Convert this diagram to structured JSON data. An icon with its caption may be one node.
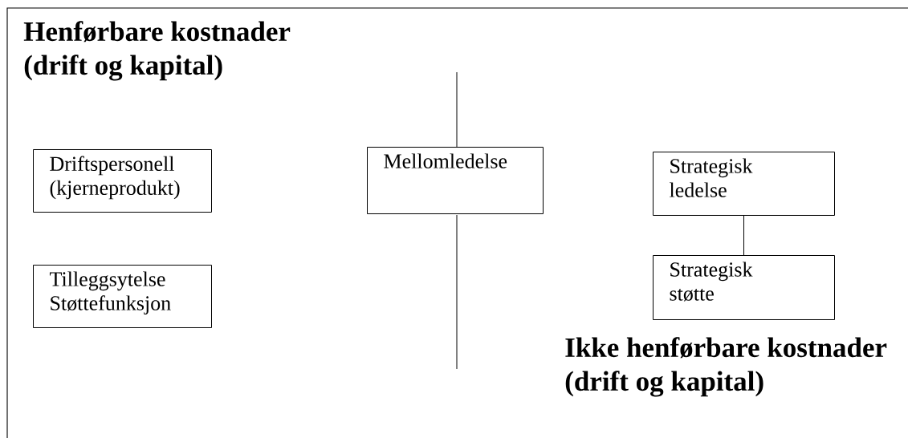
{
  "diagram": {
    "nodes": [
      {
        "text": [
          "Driftspersonell (kjerneprodukt)"
        ]
      },
      {
        "text": [
          "Mellomledelse"
        ]
      },
      {
        "text": [
          "Strategisk ledelse"
        ]
      },
      {
        "text": [
          "Tilleggsytelse Støttefunksjon"
        ]
      },
      {
        "text": [
          "Strategisk støtte"
        ]
      }
    ],
    "edges": [
      {
        "from": 2,
        "to": 4,
        "arrow": "none"
      }
    ],
    "labels": [
      "Henførbare kostnader (drift og kapital)",
      "Ikke henførbare kostnader (drift og kapital)"
    ]
  }
}
